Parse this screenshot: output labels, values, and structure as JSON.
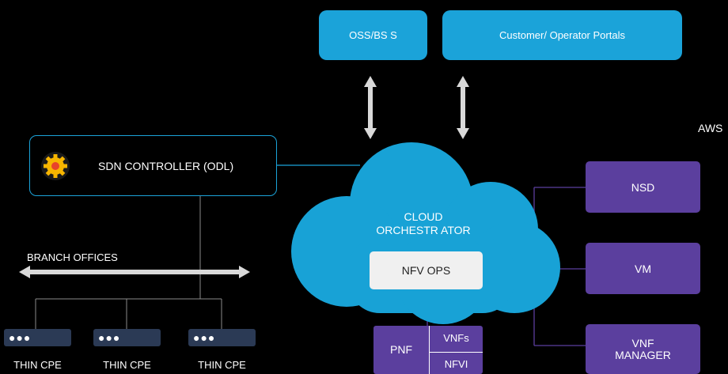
{
  "top": {
    "oss_label": "OSS/BS S",
    "portals_label": "Customer/ Operator Portals"
  },
  "aws_label": "AWS",
  "sdn": {
    "label": "SDN CONTROLLER (ODL)",
    "icon": "odl-logo-icon"
  },
  "branch_label": "BRANCH OFFICES",
  "cloud": {
    "line1": "CLOUD",
    "line2": "ORCHESTR ATOR",
    "nfv_ops": "NFV OPS"
  },
  "right": {
    "nsd": "NSD",
    "vm": "VM",
    "vnf_manager_line1": "VNF",
    "vnf_manager_line2": "MANAGER"
  },
  "bottom": {
    "pnf": "PNF",
    "vnfs": "VNFs",
    "nfvi": "NFVI"
  },
  "cpes": [
    {
      "dots": "●●●",
      "label": "THIN CPE"
    },
    {
      "dots": "●●●",
      "label": "THIN CPE"
    },
    {
      "dots": "●●●",
      "label": "THIN CPE"
    }
  ],
  "colors": {
    "accent_blue": "#1ba3d9",
    "purple": "#5b3f9e",
    "cpe_bg": "#2b3a55"
  }
}
